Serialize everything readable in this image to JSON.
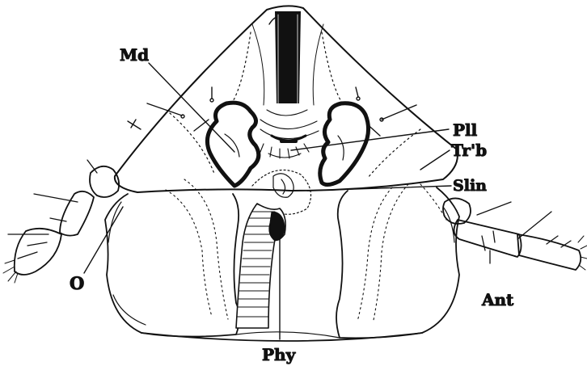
{
  "labels": {
    "md": "Md",
    "pll": "Pll",
    "trb": "Tr'b",
    "slin": "Slin",
    "o": "O",
    "ant": "Ant",
    "phy": "Phy"
  }
}
